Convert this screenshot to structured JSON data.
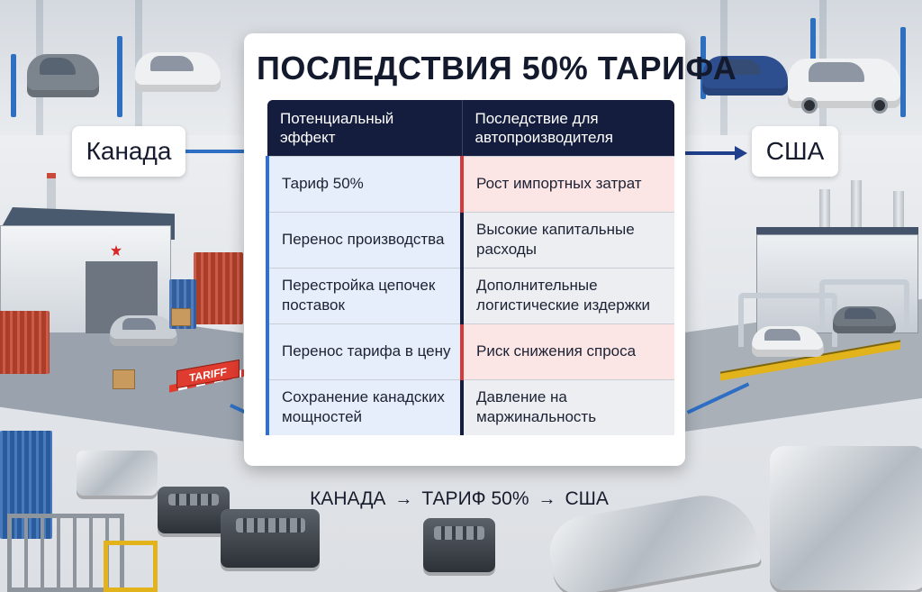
{
  "countries": {
    "origin": "Канада",
    "destination": "США"
  },
  "card": {
    "title": "ПОСЛЕДСТВИЯ 50% ТАРИФА",
    "table": {
      "headers": [
        "Потенциальный эффект",
        "Последствие для автопроизводителя"
      ],
      "rows": [
        {
          "effect": "Тариф 50%",
          "consequence": "Рост импортных затрат"
        },
        {
          "effect": "Перенос производства",
          "consequence": "Высокие капитальные расходы"
        },
        {
          "effect": "Перестройка цепочек поставок",
          "consequence": "Дополнительные логистические издержки"
        },
        {
          "effect": "Перенос тарифа в цену",
          "consequence": "Риск снижения спроса"
        },
        {
          "effect": "Сохранение канадских мощностей",
          "consequence": "Давление на маржинальность"
        }
      ]
    }
  },
  "scene": {
    "tariff_sign": "TARIFF"
  },
  "flow_caption": {
    "from": "КАНАДА",
    "middle": "ТАРИФ 50%",
    "to": "США",
    "separator": "→"
  },
  "colors": {
    "navy": "#141d3d",
    "accent_blue": "#2f6fd8",
    "accent_red": "#d43a3a",
    "row_blue": "#e6eefb",
    "row_pink": "#fbe5e5",
    "row_gray": "#eceef1"
  },
  "icons": [
    "maple-leaf-icon",
    "arrow-right-icon"
  ]
}
